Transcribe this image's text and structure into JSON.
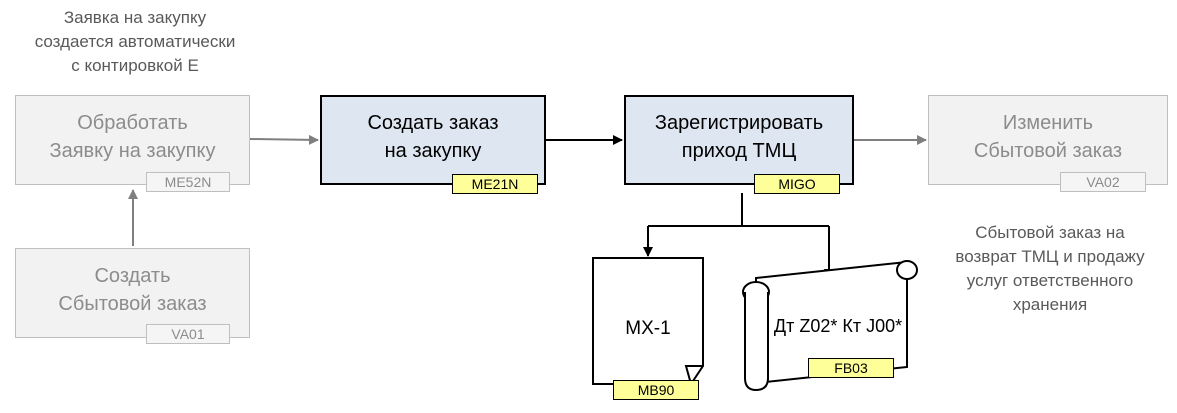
{
  "notes": {
    "top_left": "Заявка на закупку\nсоздается автоматически\nс контировкой Е",
    "right": "Сбытовой заказ на\nвозврат ТМЦ и продажу\nуслуг ответственного\nхранения"
  },
  "boxes": {
    "process_request": {
      "label": "Обработать\nЗаявку на закупку",
      "code": "ME52N"
    },
    "create_sales_order": {
      "label": "Создать\nСбытовой заказ",
      "code": "VA01"
    },
    "create_purchase_order": {
      "label": "Создать заказ\nна закупку",
      "code": "ME21N"
    },
    "register_receipt": {
      "label": "Зарегистрировать\nприход ТМЦ",
      "code": "MIGO"
    },
    "change_sales_order": {
      "label": "Изменить\nСбытовой заказ",
      "code": "VA02"
    }
  },
  "document": {
    "label": "МХ-1",
    "code": "MB90"
  },
  "scroll": {
    "label": "Дт Z02* Кт J00*",
    "code": "FB03"
  },
  "colors": {
    "main_fill": "#dde6f1",
    "tag_fill": "#ffff99",
    "inactive_fill": "#f2f2f2",
    "inactive_text": "#8c8c8c"
  }
}
